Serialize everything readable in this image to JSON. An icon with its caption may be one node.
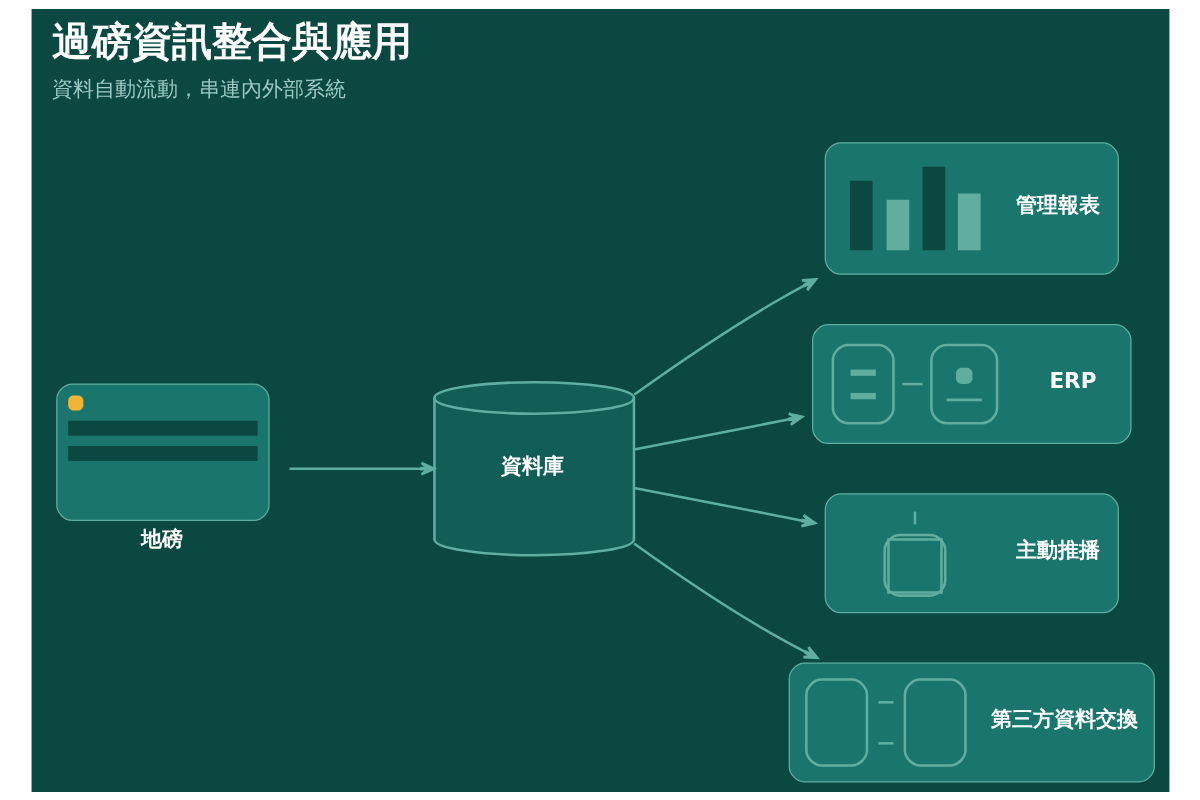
{
  "diagram": {
    "title": "過磅資訊整合與應用",
    "caption": "資料自動流動，串連內外部系統",
    "nodes": [
      {
        "text": [
          "地磅"
        ]
      },
      {
        "text": [
          "資料庫"
        ]
      },
      {
        "text": [
          "管理報表"
        ]
      },
      {
        "text": [
          "ERP"
        ]
      },
      {
        "text": [
          "主動推播"
        ]
      },
      {
        "text": [
          "第三方資料交換"
        ]
      }
    ],
    "edges": [
      {
        "from": 0,
        "to": 1,
        "arrow": "to"
      },
      {
        "from": 1,
        "to": 2,
        "arrow": "to"
      },
      {
        "from": 1,
        "to": 3,
        "arrow": "to"
      },
      {
        "from": 1,
        "to": 4,
        "arrow": "to"
      },
      {
        "from": 1,
        "to": 5,
        "arrow": "to"
      }
    ]
  }
}
